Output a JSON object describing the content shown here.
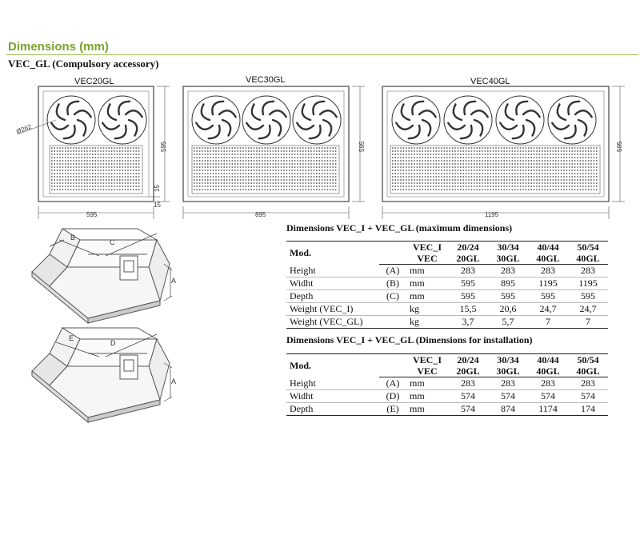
{
  "section": {
    "title": "Dimensions (mm)",
    "subtitle": "VEC_GL (Compulsory accessory)"
  },
  "drawings": {
    "vec20": {
      "title": "VEC20GL",
      "width_label": "595",
      "height_label": "595",
      "diameter_label": "Ø262",
      "margin_v_label": "15",
      "margin_h_label": "15",
      "fans": 2
    },
    "vec30": {
      "title": "VEC30GL",
      "width_label": "895",
      "height_label": "595",
      "fans": 3
    },
    "vec40": {
      "title": "VEC40GL",
      "width_label": "1195",
      "height_label": "595",
      "fans": 4
    },
    "iso1_labels": {
      "b": "B",
      "c": "C",
      "a": "A"
    },
    "iso2_labels": {
      "e": "E",
      "d": "D",
      "a": "A"
    }
  },
  "table_max": {
    "title": "Dimensions VEC_I + VEC_GL (maximum dimensions)",
    "header": {
      "mod": "Mod.",
      "unit_top": "VEC_I",
      "unit_bottom": "VEC",
      "cols": [
        {
          "top": "20/24",
          "bottom": "20GL"
        },
        {
          "top": "30/34",
          "bottom": "30GL"
        },
        {
          "top": "40/44",
          "bottom": "40GL"
        },
        {
          "top": "50/54",
          "bottom": "40GL"
        }
      ]
    },
    "rows": [
      {
        "label": "Height",
        "code": "(A)",
        "unit": "mm",
        "values": [
          "283",
          "283",
          "283",
          "283"
        ]
      },
      {
        "label": "Widht",
        "code": "(B)",
        "unit": "mm",
        "values": [
          "595",
          "895",
          "1195",
          "1195"
        ]
      },
      {
        "label": "Depth",
        "code": "(C)",
        "unit": "mm",
        "values": [
          "595",
          "595",
          "595",
          "595"
        ]
      },
      {
        "label": "Weight (VEC_I)",
        "code": "",
        "unit": "kg",
        "values": [
          "15,5",
          "20,6",
          "24,7",
          "24,7"
        ]
      },
      {
        "label": "Weight (VEC_GL)",
        "code": "",
        "unit": "kg",
        "values": [
          "3,7",
          "5,7",
          "7",
          "7"
        ]
      }
    ]
  },
  "table_install": {
    "title": "Dimensions VEC_I + VEC_GL (Dimensions for installation)",
    "header": {
      "mod": "Mod.",
      "unit_top": "VEC_I",
      "unit_bottom": "VEC",
      "cols": [
        {
          "top": "20/24",
          "bottom": "20GL"
        },
        {
          "top": "30/34",
          "bottom": "30GL"
        },
        {
          "top": "40/44",
          "bottom": "40GL"
        },
        {
          "top": "50/54",
          "bottom": "40GL"
        }
      ]
    },
    "rows": [
      {
        "label": "Height",
        "code": "(A)",
        "unit": "mm",
        "values": [
          "283",
          "283",
          "283",
          "283"
        ]
      },
      {
        "label": "Widht",
        "code": "(D)",
        "unit": "mm",
        "values": [
          "574",
          "574",
          "574",
          "574"
        ]
      },
      {
        "label": "Depth",
        "code": "(E)",
        "unit": "mm",
        "values": [
          "574",
          "874",
          "1174",
          "174"
        ]
      }
    ]
  }
}
